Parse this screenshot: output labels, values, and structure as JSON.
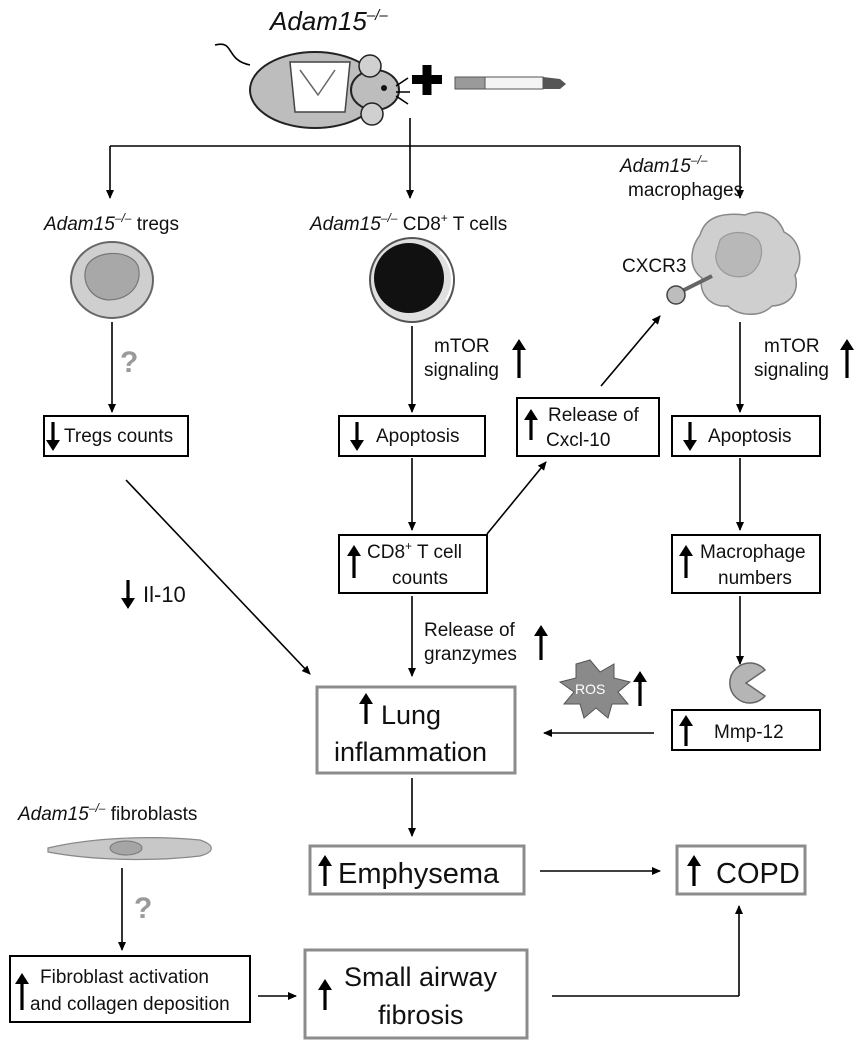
{
  "title": {
    "gene": "Adam15",
    "sup": "–/–"
  },
  "branches": {
    "tregs": {
      "gene": "Adam15",
      "sup": "–/–",
      "label": " tregs"
    },
    "cd8": {
      "gene": "Adam15",
      "sup": "–/–",
      "label": " CD8",
      "sup2": "+",
      "label2": " T cells"
    },
    "macrophages": {
      "gene": "Adam15",
      "sup": "–/–",
      "label": "macrophages"
    }
  },
  "labels": {
    "question": "?",
    "cxcr3": "CXCR3",
    "mtor_left": {
      "line1": "mTOR",
      "line2": "signaling"
    },
    "mtor_right": {
      "line1": "mTOR",
      "line2": "signaling"
    },
    "release_granzymes": {
      "line1": "Release of",
      "line2": "granzymes"
    },
    "il10": "Il-10",
    "ros": "ROS",
    "fibroblasts": {
      "gene": "Adam15",
      "sup": "–/–",
      "label": " fibroblasts"
    }
  },
  "boxes": {
    "tregs_counts": "Tregs counts",
    "apoptosis_cd8": "Apoptosis",
    "release_cxcl10": {
      "line1": "Release of",
      "line2": "Cxcl-10"
    },
    "apoptosis_mac": "Apoptosis",
    "cd8_counts": {
      "line1a": "CD8",
      "sup": "+",
      "line1b": " T cell",
      "line2": "counts"
    },
    "macrophage_numbers": {
      "line1": "Macrophage",
      "line2": "numbers"
    },
    "lung_inflammation": {
      "line1": "Lung",
      "line2": "inflammation"
    },
    "mmp12": "Mmp-12",
    "emphysema": "Emphysema",
    "copd": "COPD",
    "fibroblast_activation": {
      "line1": "Fibroblast activation",
      "line2": "and collagen deposition"
    },
    "small_airway_fibrosis": {
      "line1": "Small airway",
      "line2": "fibrosis"
    }
  },
  "icons": [
    "mouse-icon",
    "plus-icon",
    "cigarette-icon",
    "treg-cell-icon",
    "cd8-t-cell-icon",
    "macrophage-icon",
    "mmp12-pacman-icon",
    "ros-starburst-icon",
    "fibroblast-icon"
  ],
  "colors": {
    "gray_box_border": "#8c8c8c",
    "question_mark": "#9a9a9a",
    "cell_gray": "#c8c8c8",
    "cd8_cell": "#111111"
  }
}
